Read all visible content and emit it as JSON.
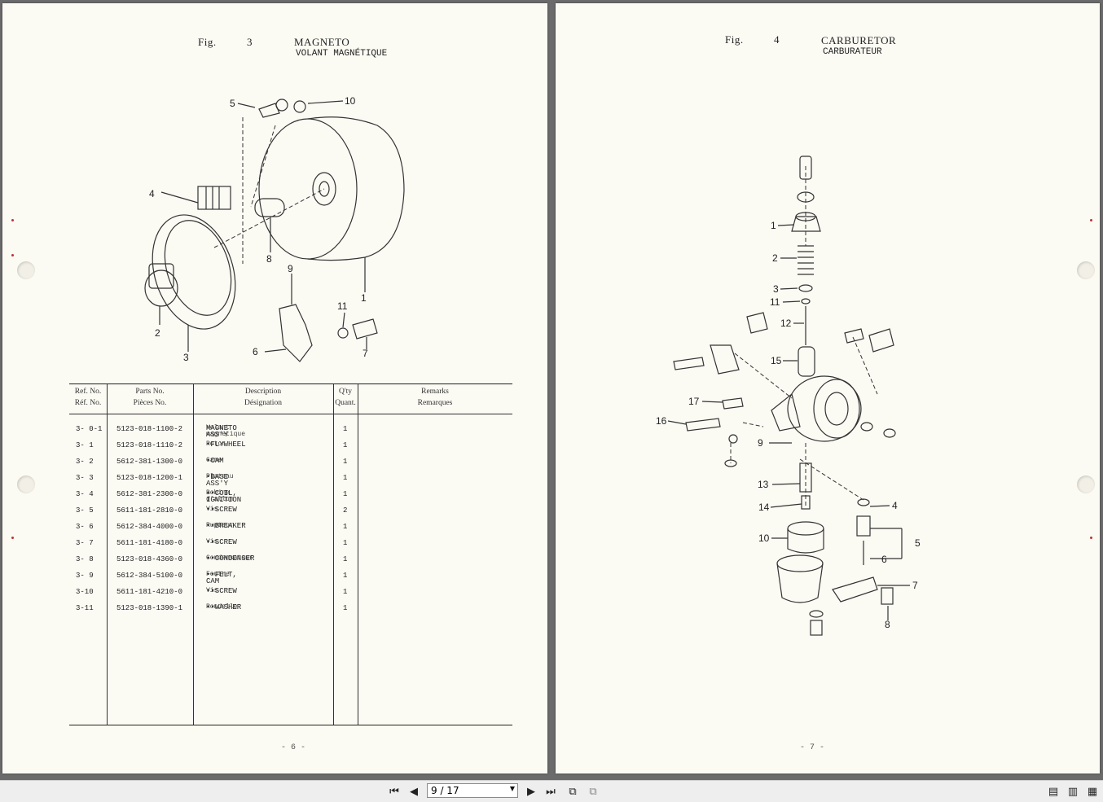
{
  "viewer": {
    "page_input": "9 / 17",
    "first_icon": "first-page-icon",
    "prev_icon": "prev-page-icon",
    "next_icon": "next-page-icon",
    "last_icon": "last-page-icon"
  },
  "left_page": {
    "fig_label": "Fig.",
    "fig_number": "3",
    "title": "MAGNETO",
    "subtitle": "VOLANT MAGNÉTIQUE",
    "callouts": [
      "5",
      "10",
      "4",
      "8",
      "9",
      "1",
      "11",
      "2",
      "3",
      "6",
      "7"
    ],
    "table": {
      "headers": [
        {
          "en": "Ref. No.",
          "fr": "Réf. No."
        },
        {
          "en": "Parts No.",
          "fr": "Pièces No."
        },
        {
          "en": "Description",
          "fr": "Désignation"
        },
        {
          "en": "Q'ty",
          "fr": "Quant."
        },
        {
          "en": "Remarks",
          "fr": "Remarques"
        }
      ],
      "rows": [
        {
          "ref": "3- 0-1",
          "part": "5123-018-1100-2",
          "desc": "MAGNETO ASS'Y",
          "fr": "Volant magnetique",
          "qty": "1"
        },
        {
          "ref": "3- 1",
          "part": "5123-018-1110-2",
          "desc": "•FLYWHEEL",
          "fr": "Rotor",
          "qty": "1"
        },
        {
          "ref": "3- 2",
          "part": "5612-381-1300-0",
          "desc": "•CAM",
          "fr": "Came",
          "qty": "1"
        },
        {
          "ref": "3- 3",
          "part": "5123-018-1200-1",
          "desc": "•BASE ASS'Y",
          "fr": "Plateau",
          "qty": "1"
        },
        {
          "ref": "3- 4",
          "part": "5612-381-2300-0",
          "desc": "••COIL, IGNITION",
          "fr": "Bobine d'allum",
          "qty": "1"
        },
        {
          "ref": "3- 5",
          "part": "5611-181-2810-0",
          "desc": "••SCREW",
          "fr": "Vis",
          "qty": "2"
        },
        {
          "ref": "3- 6",
          "part": "5612-384-4000-0",
          "desc": "••BREAKER",
          "fr": "Rupteur",
          "qty": "1"
        },
        {
          "ref": "3- 7",
          "part": "5611-181-4180-0",
          "desc": "••SCREW",
          "fr": "Vis",
          "qty": "1"
        },
        {
          "ref": "3- 8",
          "part": "5123-018-4360-0",
          "desc": "••CONDENSER",
          "fr": "Condensateur",
          "qty": "1"
        },
        {
          "ref": "3- 9",
          "part": "5612-384-5100-0",
          "desc": "••FELT, CAM",
          "fr": "Feutre",
          "qty": "1"
        },
        {
          "ref": "3-10",
          "part": "5611-181-4210-0",
          "desc": "••SCREW",
          "fr": "Vis",
          "qty": "1"
        },
        {
          "ref": "3-11",
          "part": "5123-018-1390-1",
          "desc": "••WASHER",
          "fr": "Rondelle",
          "qty": "1"
        }
      ]
    },
    "page_number": "- 6 -"
  },
  "right_page": {
    "fig_label": "Fig.",
    "fig_number": "4",
    "title": "CARBURETOR",
    "subtitle": "CARBURATEUR",
    "callouts": [
      "1",
      "2",
      "3",
      "11",
      "12",
      "15",
      "17",
      "16",
      "9",
      "13",
      "14",
      "10",
      "4",
      "5",
      "6",
      "7",
      "8"
    ],
    "page_number": "- 7 -"
  }
}
